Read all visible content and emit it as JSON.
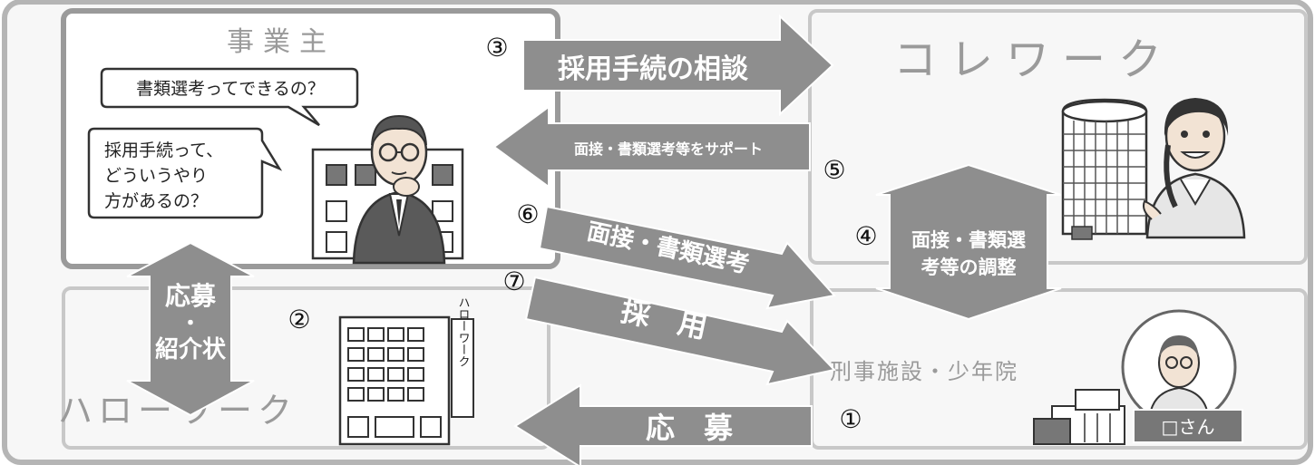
{
  "employer": {
    "title": "事業主",
    "bubble1": "書類選考ってできるの？",
    "bubble2_lines": [
      "採用手続って、",
      "どういうやり",
      "方があるの？"
    ]
  },
  "corrework": {
    "title": "コレワーク"
  },
  "hellowork": {
    "title": "ハローワーク",
    "building_sign": "ハローワーク"
  },
  "facility": {
    "title": "刑事施設・少年院",
    "person_label": "□さん"
  },
  "steps": {
    "s1": "①",
    "s2": "②",
    "s3": "③",
    "s4": "④",
    "s5": "⑤",
    "s6": "⑥",
    "s7": "⑦"
  },
  "arrows": {
    "consult": "採用手続の相談",
    "support": "面接・書類選考等をサポート",
    "interview": "面接・書類選考",
    "hire": "採　用",
    "apply": "応　募",
    "adjust_lines": [
      "面接・書類選",
      "考等の調整"
    ],
    "apply_referral_lines": [
      "応募",
      "・",
      "紹介状"
    ]
  },
  "colors": {
    "frame": "#a8a8a8",
    "arrow": "#8e8e8e",
    "box_border": "#9a9a9a",
    "title_gray": "#9a9a9a"
  }
}
